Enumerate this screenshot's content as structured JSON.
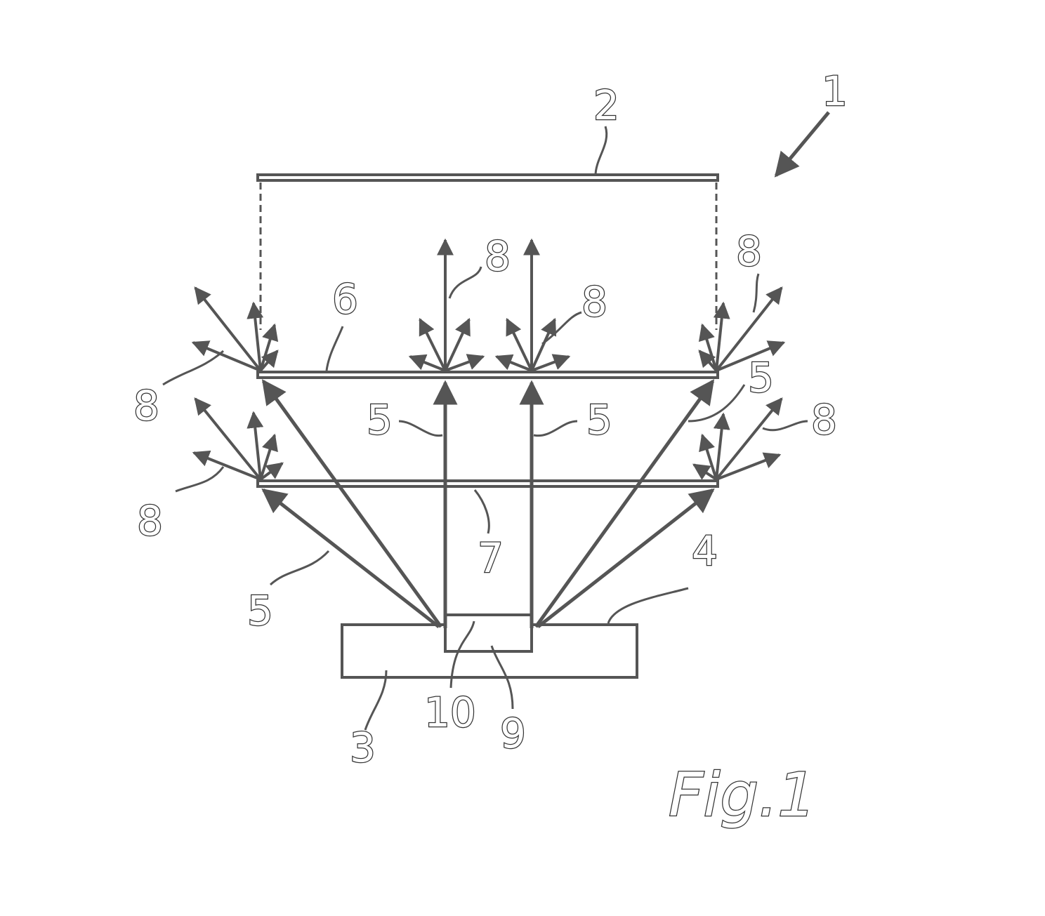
{
  "figure": {
    "caption": "Fig.1",
    "labels": {
      "device": "1",
      "target": "2",
      "base": "3",
      "surface": "4",
      "ray": "5",
      "upper_sheet": "6",
      "lower_sheet": "7",
      "scattered": "8",
      "source": "9",
      "emitter": "10"
    },
    "colors": {
      "line": "#555555",
      "background": "#ffffff"
    }
  }
}
